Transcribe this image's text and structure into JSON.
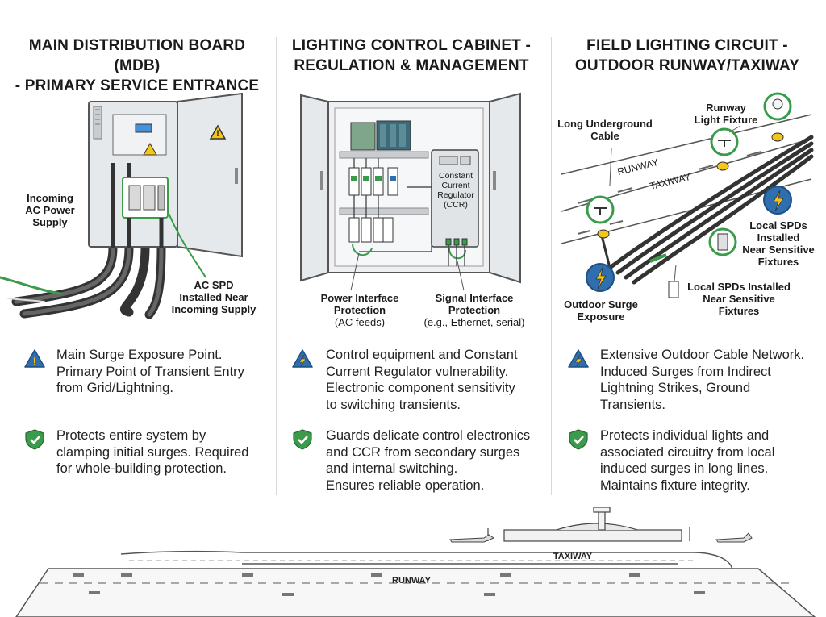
{
  "columns": [
    {
      "title_line1": "MAIN DISTRIBUTION BOARD (MDB)",
      "title_line2": "- PRIMARY SERVICE ENTRANCE",
      "labels": {
        "incoming": [
          "Incoming",
          "AC Power",
          "Supply"
        ],
        "spd": [
          "AC SPD",
          "Installed Near",
          "Incoming Supply"
        ]
      },
      "risk_icon": "warning-triangle-icon",
      "risk_text": [
        "Main Surge Exposure Point.",
        "Primary Point of Transient Entry",
        "from Grid/Lightning."
      ],
      "protect_icon": "shield-check-icon",
      "protect_text": [
        "Protects entire system by",
        "clamping initial surges. Required",
        "for whole-building protection."
      ]
    },
    {
      "title_line1": "LIGHTING CONTROL CABINET -",
      "title_line2": "REGULATION & MANAGEMENT",
      "labels": {
        "ccr": [
          "Constant",
          "Current",
          "Regulator",
          "(CCR)"
        ],
        "power_title": [
          "Power Interface",
          "Protection"
        ],
        "power_sub": "(AC feeds)",
        "signal_title": [
          "Signal Interface",
          "Protection"
        ],
        "signal_sub": "(e.g., Ethernet, serial)"
      },
      "risk_icon": "lightning-triangle-icon",
      "risk_text": [
        "Control equipment and Constant",
        "Current Regulator vulnerability.",
        "Electronic component sensitivity",
        "to switching transients."
      ],
      "protect_icon": "shield-check-icon",
      "protect_text": [
        "Guards delicate control electronics",
        "and CCR from secondary surges",
        "and internal switching.",
        "Ensures reliable operation."
      ]
    },
    {
      "title_line1": "FIELD LIGHTING CIRCUIT -",
      "title_line2": "OUTDOOR RUNWAY/TAXIWAY",
      "labels": {
        "cable": [
          "Long Underground",
          "Cable"
        ],
        "fixture": [
          "Runway",
          "Light Fixture"
        ],
        "runway": "RUNWAY",
        "taxiway": "TAXIWAY",
        "local_spd_a": [
          "Local SPDs",
          "Installed",
          "Near Sensitive",
          "Fixtures"
        ],
        "local_spd_b": [
          "Local SPDs Installed",
          "Near Sensitive",
          "Fixtures"
        ],
        "surge": [
          "Outdoor Surge",
          "Exposure"
        ]
      },
      "risk_icon": "lightning-triangle-icon",
      "risk_text": [
        "Extensive Outdoor Cable Network.",
        "Induced Surges from Indirect",
        "Lightning Strikes, Ground",
        "Transients."
      ],
      "protect_icon": "shield-check-icon",
      "protect_text": [
        "Protects individual lights and",
        "associated circuitry from local",
        "induced surges in long lines.",
        "Maintains fixture integrity."
      ]
    }
  ],
  "airport": {
    "taxiway": "TAXIWAY",
    "runway": "RUNWAY"
  },
  "colors": {
    "green": "#3a9b4b",
    "blue": "#2f6fb0",
    "yellow": "#f5c518",
    "cabinet": "#e6e9ec"
  }
}
